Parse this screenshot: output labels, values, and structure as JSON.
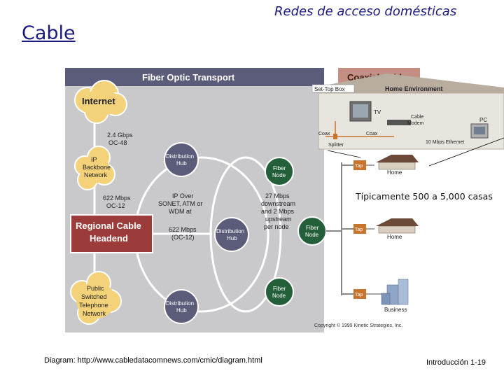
{
  "slide": {
    "title": "Redes de acceso domésticas",
    "section": "Cable",
    "annotation": "Típicamente 500 a 5,000 casas",
    "source": "Diagram: http://www.cabledatacomnews.com/cmic/diagram.html",
    "page": "Introducción 1-19"
  },
  "diagram": {
    "fiber_title": "Fiber Optic Transport",
    "coax_title": "Coaxial Cable",
    "home_env_title": "Home Environment",
    "internet": "Internet",
    "link_internet_1": "2.4 Gbps",
    "link_internet_2": "OC-48",
    "ip_backbone_1": "IP",
    "ip_backbone_2": "Backbone",
    "ip_backbone_3": "Network",
    "link_backbone_1": "622 Mbps",
    "link_backbone_2": "OC-12",
    "headend_1": "Regional Cable",
    "headend_2": "Headend",
    "pstn_1": "Public",
    "pstn_2": "Switched",
    "pstn_3": "Telephone",
    "pstn_4": "Network",
    "hub_1": "Distribution",
    "hub_2": "Hub",
    "ip_over_1": "IP Over",
    "ip_over_2": "SONET, ATM or",
    "ip_over_3": "WDM at",
    "ip_over_4": "622 Mbps",
    "ip_over_5": "(OC-12)",
    "node_1": "Fiber",
    "node_2": "Node",
    "rate_1": "27 Mbps",
    "rate_2": "downstream",
    "rate_3": "and 2 Mbps",
    "rate_4": "upstream",
    "rate_5": "per node",
    "settop": "Set-Top Box",
    "tv": "TV",
    "modem_1": "Cable",
    "modem_2": "Modem",
    "pc": "PC",
    "coax_a": "Coax",
    "coax_b": "Coax",
    "splitter": "Splitter",
    "ethernet": "10 Mbps Ethernet",
    "tap": "Tap",
    "home": "Home",
    "business": "Business",
    "copyright": "Copyright © 1999 Kinetic Strategies, Inc."
  }
}
